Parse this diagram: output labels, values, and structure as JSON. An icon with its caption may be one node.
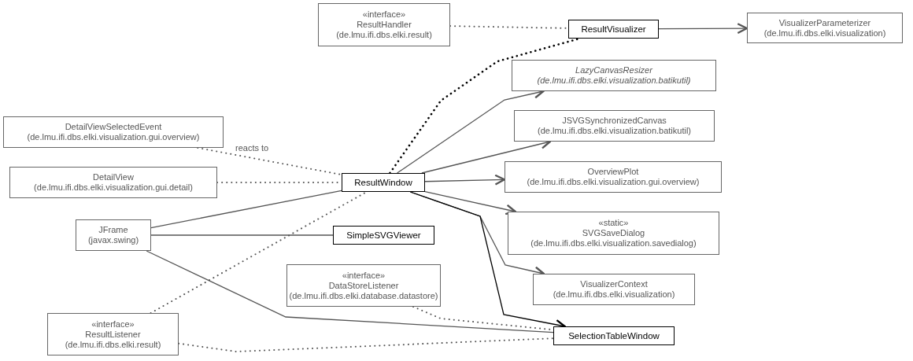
{
  "diagram": {
    "nodes": [
      {
        "text": [
          "«interface»",
          "ResultHandler",
          "(de.lmu.ifi.dbs.elki.result)"
        ]
      },
      {
        "text": [
          "ResultVisualizer"
        ]
      },
      {
        "text": [
          "VisualizerParameterizer",
          "(de.lmu.ifi.dbs.elki.visualization)"
        ]
      },
      {
        "text": [
          "LazyCanvasResizer",
          "(de.lmu.ifi.dbs.elki.visualization.batikutil)"
        ]
      },
      {
        "text": [
          "JSVGSynchronizedCanvas",
          "(de.lmu.ifi.dbs.elki.visualization.batikutil)"
        ]
      },
      {
        "text": [
          "DetailViewSelectedEvent",
          "(de.lmu.ifi.dbs.elki.visualization.gui.overview)"
        ]
      },
      {
        "text": [
          "DetailView",
          "(de.lmu.ifi.dbs.elki.visualization.gui.detail)"
        ]
      },
      {
        "text": [
          "ResultWindow"
        ]
      },
      {
        "text": [
          "OverviewPlot",
          "(de.lmu.ifi.dbs.elki.visualization.gui.overview)"
        ]
      },
      {
        "text": [
          "JFrame",
          "(javax.swing)"
        ]
      },
      {
        "text": [
          "SimpleSVGViewer"
        ]
      },
      {
        "text": [
          "«static»",
          "SVGSaveDialog",
          "(de.lmu.ifi.dbs.elki.visualization.savedialog)"
        ]
      },
      {
        "text": [
          "«interface»",
          "DataStoreListener",
          "(de.lmu.ifi.dbs.elki.database.datastore)"
        ]
      },
      {
        "text": [
          "VisualizerContext",
          "(de.lmu.ifi.dbs.elki.visualization)"
        ]
      },
      {
        "text": [
          "«interface»",
          "ResultListener",
          "(de.lmu.ifi.dbs.elki.result)"
        ]
      },
      {
        "text": [
          "SelectionTableWindow"
        ]
      }
    ],
    "edges": [
      {
        "from": 0,
        "to": 1,
        "arrow": "none",
        "style": "dashed"
      },
      {
        "from": 1,
        "to": 2,
        "arrow": "to"
      },
      {
        "from": 7,
        "to": 1,
        "arrow": "none",
        "style": "dashed",
        "color": "#000000"
      },
      {
        "from": 7,
        "to": 3,
        "arrow": "to"
      },
      {
        "from": 7,
        "to": 4,
        "arrow": "to"
      },
      {
        "from": 7,
        "to": 8,
        "arrow": "to"
      },
      {
        "from": 7,
        "to": 11,
        "arrow": "to"
      },
      {
        "from": 7,
        "to": 13,
        "arrow": "to"
      },
      {
        "from": 7,
        "to": 15,
        "arrow": "to",
        "color": "#000000"
      },
      {
        "from": 5,
        "to": 7,
        "arrow": "none",
        "style": "dashed",
        "label": "reacts to"
      },
      {
        "from": 6,
        "to": 7,
        "arrow": "none",
        "style": "dashed"
      },
      {
        "from": 9,
        "to": 7,
        "arrow": "none"
      },
      {
        "from": 9,
        "to": 10,
        "arrow": "none"
      },
      {
        "from": 9,
        "to": 15,
        "arrow": "none"
      },
      {
        "from": 14,
        "to": 7,
        "arrow": "none",
        "style": "dashed"
      },
      {
        "from": 14,
        "to": 15,
        "arrow": "none",
        "style": "dashed"
      },
      {
        "from": 12,
        "to": 15,
        "arrow": "none",
        "style": "dashed"
      }
    ]
  }
}
